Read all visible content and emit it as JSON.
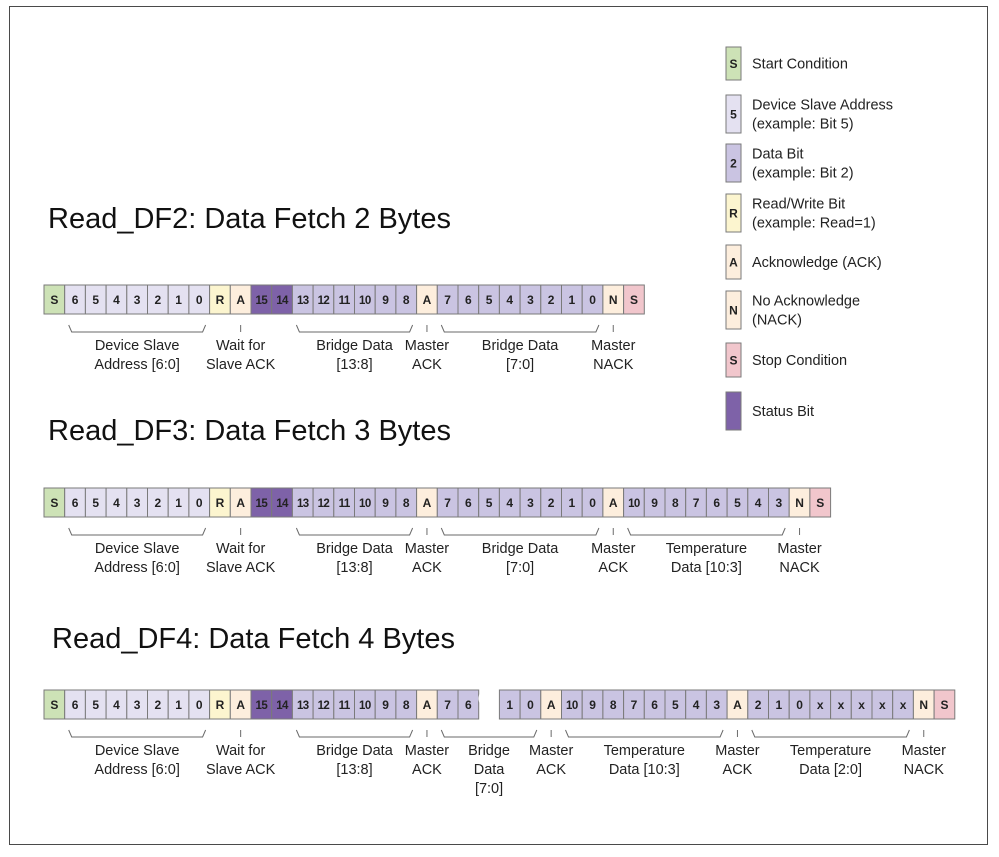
{
  "colors": {
    "start": "#cde2b6",
    "addr": "#e4e1f1",
    "data": "#cac4e2",
    "rw": "#fcf5cf",
    "ack": "#fdeedd",
    "stop": "#f1c6cc",
    "status": "#7e62a8"
  },
  "legend": [
    {
      "kind": "start",
      "symbol": "S",
      "lines": [
        "Start Condition"
      ]
    },
    {
      "kind": "addr",
      "symbol": "5",
      "lines": [
        "Device Slave Address",
        "(example: Bit 5)"
      ]
    },
    {
      "kind": "data",
      "symbol": "2",
      "lines": [
        "Data Bit",
        "(example: Bit 2)"
      ]
    },
    {
      "kind": "rw",
      "symbol": "R",
      "lines": [
        "Read/Write Bit",
        "(example: Read=1)"
      ]
    },
    {
      "kind": "ack",
      "symbol": "A",
      "lines": [
        "Acknowledge (ACK)"
      ]
    },
    {
      "kind": "ack",
      "symbol": "N",
      "lines": [
        "No Acknowledge",
        "(NACK)"
      ]
    },
    {
      "kind": "stop",
      "symbol": "S",
      "lines": [
        "Stop Condition"
      ]
    },
    {
      "kind": "status",
      "symbol": "",
      "lines": [
        "Status Bit"
      ]
    }
  ],
  "rows": [
    {
      "title": "Read_DF2: Data Fetch 2 Bytes",
      "cells": [
        [
          "start",
          "S"
        ],
        [
          "addr",
          "6"
        ],
        [
          "addr",
          "5"
        ],
        [
          "addr",
          "4"
        ],
        [
          "addr",
          "3"
        ],
        [
          "addr",
          "2"
        ],
        [
          "addr",
          "1"
        ],
        [
          "addr",
          "0"
        ],
        [
          "rw",
          "R"
        ],
        [
          "ack",
          "A"
        ],
        [
          "status",
          "15"
        ],
        [
          "status",
          "14"
        ],
        [
          "data",
          "13"
        ],
        [
          "data",
          "12"
        ],
        [
          "data",
          "11"
        ],
        [
          "data",
          "10"
        ],
        [
          "data",
          "9"
        ],
        [
          "data",
          "8"
        ],
        [
          "ack",
          "A"
        ],
        [
          "data",
          "7"
        ],
        [
          "data",
          "6"
        ],
        [
          "data",
          "5"
        ],
        [
          "data",
          "4"
        ],
        [
          "data",
          "3"
        ],
        [
          "data",
          "2"
        ],
        [
          "data",
          "1"
        ],
        [
          "data",
          "0"
        ],
        [
          "ack",
          "N"
        ],
        [
          "stop",
          "S"
        ]
      ],
      "labels": [
        {
          "from": 1,
          "to": 7,
          "lines": [
            "Device Slave",
            "Address [6:0]"
          ]
        },
        {
          "at": 9,
          "lines": [
            "Wait for",
            "Slave ACK"
          ]
        },
        {
          "from": 12,
          "to": 17,
          "lines": [
            "Bridge Data",
            "[13:8]"
          ]
        },
        {
          "at": 18,
          "lines": [
            "Master",
            "ACK"
          ]
        },
        {
          "from": 19,
          "to": 26,
          "lines": [
            "Bridge Data",
            "[7:0]"
          ]
        },
        {
          "at": 27,
          "lines": [
            "Master",
            "NACK"
          ]
        }
      ]
    },
    {
      "title": "Read_DF3: Data Fetch 3 Bytes",
      "cells": [
        [
          "start",
          "S"
        ],
        [
          "addr",
          "6"
        ],
        [
          "addr",
          "5"
        ],
        [
          "addr",
          "4"
        ],
        [
          "addr",
          "3"
        ],
        [
          "addr",
          "2"
        ],
        [
          "addr",
          "1"
        ],
        [
          "addr",
          "0"
        ],
        [
          "rw",
          "R"
        ],
        [
          "ack",
          "A"
        ],
        [
          "status",
          "15"
        ],
        [
          "status",
          "14"
        ],
        [
          "data",
          "13"
        ],
        [
          "data",
          "12"
        ],
        [
          "data",
          "11"
        ],
        [
          "data",
          "10"
        ],
        [
          "data",
          "9"
        ],
        [
          "data",
          "8"
        ],
        [
          "ack",
          "A"
        ],
        [
          "data",
          "7"
        ],
        [
          "data",
          "6"
        ],
        [
          "data",
          "5"
        ],
        [
          "data",
          "4"
        ],
        [
          "data",
          "3"
        ],
        [
          "data",
          "2"
        ],
        [
          "data",
          "1"
        ],
        [
          "data",
          "0"
        ],
        [
          "ack",
          "A"
        ],
        [
          "data",
          "10"
        ],
        [
          "data",
          "9"
        ],
        [
          "data",
          "8"
        ],
        [
          "data",
          "7"
        ],
        [
          "data",
          "6"
        ],
        [
          "data",
          "5"
        ],
        [
          "data",
          "4"
        ],
        [
          "data",
          "3"
        ],
        [
          "ack",
          "N"
        ],
        [
          "stop",
          "S"
        ]
      ],
      "labels": [
        {
          "from": 1,
          "to": 7,
          "lines": [
            "Device Slave",
            "Address [6:0]"
          ]
        },
        {
          "at": 9,
          "lines": [
            "Wait for",
            "Slave ACK"
          ]
        },
        {
          "from": 12,
          "to": 17,
          "lines": [
            "Bridge Data",
            "[13:8]"
          ]
        },
        {
          "at": 18,
          "lines": [
            "Master",
            "ACK"
          ]
        },
        {
          "from": 19,
          "to": 26,
          "lines": [
            "Bridge Data",
            "[7:0]"
          ]
        },
        {
          "at": 27,
          "lines": [
            "Master",
            "ACK"
          ]
        },
        {
          "from": 28,
          "to": 35,
          "lines": [
            "Temperature",
            "Data [10:3]"
          ]
        },
        {
          "at": 36,
          "lines": [
            "Master",
            "NACK"
          ]
        }
      ]
    },
    {
      "title": "Read_DF4: Data Fetch 4 Bytes",
      "cells": [
        [
          "start",
          "S"
        ],
        [
          "addr",
          "6"
        ],
        [
          "addr",
          "5"
        ],
        [
          "addr",
          "4"
        ],
        [
          "addr",
          "3"
        ],
        [
          "addr",
          "2"
        ],
        [
          "addr",
          "1"
        ],
        [
          "addr",
          "0"
        ],
        [
          "rw",
          "R"
        ],
        [
          "ack",
          "A"
        ],
        [
          "status",
          "15"
        ],
        [
          "status",
          "14"
        ],
        [
          "data",
          "13"
        ],
        [
          "data",
          "12"
        ],
        [
          "data",
          "11"
        ],
        [
          "data",
          "10"
        ],
        [
          "data",
          "9"
        ],
        [
          "data",
          "8"
        ],
        [
          "ack",
          "A"
        ],
        [
          "data",
          "7"
        ],
        [
          "data",
          "6"
        ],
        [
          "gap",
          ""
        ],
        [
          "data",
          "1"
        ],
        [
          "data",
          "0"
        ],
        [
          "ack",
          "A"
        ],
        [
          "data",
          "10"
        ],
        [
          "data",
          "9"
        ],
        [
          "data",
          "8"
        ],
        [
          "data",
          "7"
        ],
        [
          "data",
          "6"
        ],
        [
          "data",
          "5"
        ],
        [
          "data",
          "4"
        ],
        [
          "data",
          "3"
        ],
        [
          "ack",
          "A"
        ],
        [
          "data",
          "2"
        ],
        [
          "data",
          "1"
        ],
        [
          "data",
          "0"
        ],
        [
          "data",
          "x"
        ],
        [
          "data",
          "x"
        ],
        [
          "data",
          "x"
        ],
        [
          "data",
          "x"
        ],
        [
          "data",
          "x"
        ],
        [
          "ack",
          "N"
        ],
        [
          "stop",
          "S"
        ]
      ],
      "labels": [
        {
          "from": 1,
          "to": 7,
          "lines": [
            "Device Slave",
            "Address [6:0]"
          ]
        },
        {
          "at": 9,
          "lines": [
            "Wait for",
            "Slave ACK"
          ]
        },
        {
          "from": 12,
          "to": 17,
          "lines": [
            "Bridge Data",
            "[13:8]"
          ]
        },
        {
          "at": 18,
          "lines": [
            "Master",
            "ACK"
          ]
        },
        {
          "from": 19,
          "to": 23,
          "lines": [
            "Bridge",
            "Data",
            "[7:0]"
          ]
        },
        {
          "at": 24,
          "lines": [
            "Master",
            "ACK"
          ]
        },
        {
          "from": 25,
          "to": 32,
          "lines": [
            "Temperature",
            "Data [10:3]"
          ]
        },
        {
          "at": 33,
          "lines": [
            "Master",
            "ACK"
          ]
        },
        {
          "from": 34,
          "to": 41,
          "lines": [
            "Temperature",
            "Data [2:0]"
          ]
        },
        {
          "at": 42,
          "lines": [
            "Master",
            "NACK"
          ]
        }
      ]
    }
  ]
}
